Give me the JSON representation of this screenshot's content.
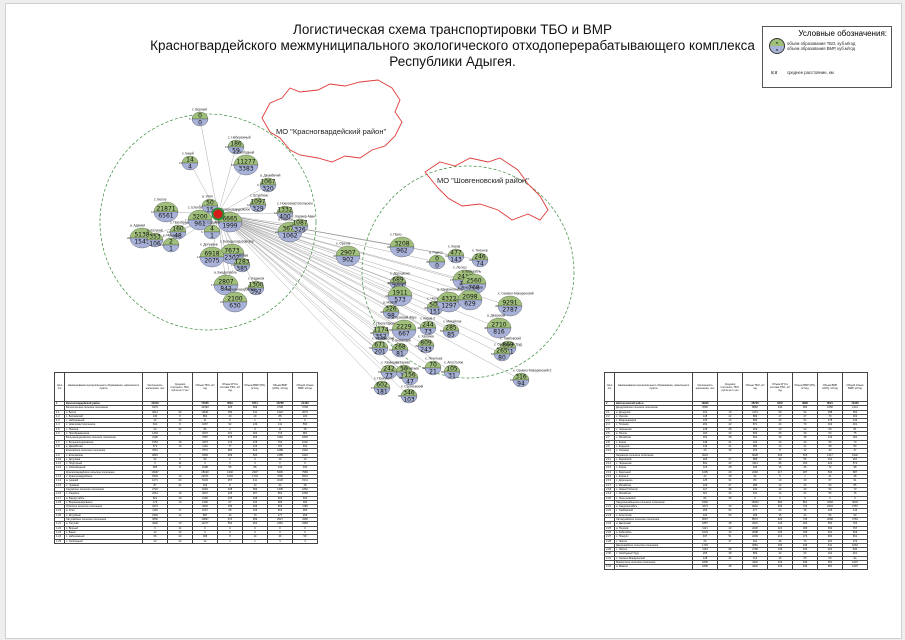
{
  "title": {
    "line1": "Логистическая схема транспортировки ТБО и ВМР",
    "line2": "Красногвардейского межмуниципального экологического отходоперерабатывающего комплекса",
    "line3": "Республики Адыгея."
  },
  "legend": {
    "heading": "Условные обозначения:",
    "item1": "объем образования ТБО, куб.м/год",
    "item2": "объем образования ВМР, куб.м/год",
    "item3": "среднее расстояние, км",
    "dist_sample": "8,8",
    "sample_top": "п",
    "sample_bottom": "п"
  },
  "regions": {
    "left": "МО \"Красногвардейский район\"",
    "right": "МО \"Шовгеновский район\""
  },
  "colors": {
    "tbo": "#9fbf7a",
    "vmr": "#a8b2d8",
    "hub": "#d61b1b",
    "hubRing": "#2e8b3a",
    "boundary": "#e03a3a",
    "lines": "#888888"
  },
  "left_nodes": [
    {
      "name": "с. Ворный",
      "tbo": "0",
      "vmr": "0",
      "d": "5"
    },
    {
      "name": "с. Набережный",
      "tbo": "186",
      "vmr": "59",
      "d": "19"
    },
    {
      "name": "х. Бжый",
      "tbo": "14",
      "vmr": "4",
      "d": "19"
    },
    {
      "name": "х. Свободный",
      "tbo": "11277",
      "vmr": "3383",
      "d": "16"
    },
    {
      "name": "с. Белое",
      "tbo": "21871",
      "vmr": "6561",
      "d": "12"
    },
    {
      "name": "с. Преображенское",
      "tbo": "160",
      "vmr": "48",
      "d": "12"
    },
    {
      "name": "с. Красногвардейское",
      "tbo": "6665",
      "vmr": "1999",
      "d": "8"
    },
    {
      "name": "с. Еленовское",
      "tbo": "3200",
      "vmr": "961",
      "d": "7"
    },
    {
      "name": "а. Уляп",
      "tbo": "50",
      "vmr": "15",
      "d": "7"
    },
    {
      "name": "с. Садовое",
      "tbo": "4",
      "vmr": "1",
      "d": "9"
    },
    {
      "name": "а. Адамий",
      "tbo": "5138",
      "vmr": "1541",
      "d": "20"
    },
    {
      "name": "а. Хатукай",
      "tbo": "353",
      "vmr": "106",
      "d": "17"
    },
    {
      "name": "х. Чумаков",
      "tbo": "2",
      "vmr": "1",
      "d": "13"
    },
    {
      "name": "с. Штурбино",
      "tbo": "1097",
      "vmr": "329",
      "d": "10"
    },
    {
      "name": "с. Новосевастопольское",
      "tbo": "1332",
      "vmr": "400",
      "d": "11"
    },
    {
      "name": "а. Джамбечий",
      "tbo": "1067",
      "vmr": "320",
      "d": "9"
    },
    {
      "name": "с. Большесидоровское",
      "tbo": "7673",
      "vmr": "2302",
      "d": "14"
    },
    {
      "name": "х. Догужиев",
      "tbo": "6918",
      "vmr": "2075",
      "d": "14"
    },
    {
      "name": "а. Бжедугхабль",
      "tbo": "2807",
      "vmr": "842",
      "d": "17"
    },
    {
      "name": "х. Чапаев",
      "tbo": "1283",
      "vmr": "385",
      "d": "19"
    },
    {
      "name": "х. Кадыков",
      "tbo": "1300",
      "vmr": "392",
      "d": "21"
    },
    {
      "name": "с. Верхненазаровское",
      "tbo": "2100",
      "vmr": "630",
      "d": "24"
    },
    {
      "name": "а. Пшизов",
      "tbo": "3675",
      "vmr": "1062",
      "d": "22"
    }
  ],
  "right_nodes": [
    {
      "name": "х. Кармир-Аван",
      "tbo": "1087",
      "vmr": "326",
      "d": "29"
    },
    {
      "name": "х. Орехов",
      "tbo": "2907",
      "vmr": "902",
      "d": "30"
    },
    {
      "name": "х. Пшиз",
      "tbo": "3208",
      "vmr": "962",
      "d": "34"
    },
    {
      "name": "х. Киров",
      "tbo": "477",
      "vmr": "143",
      "d": "41"
    },
    {
      "name": "х. Тихонов",
      "tbo": "246",
      "vmr": "74",
      "d": "34"
    },
    {
      "name": "а. Пшичо",
      "tbo": "0",
      "vmr": "0",
      "d": "39"
    },
    {
      "name": "х. Лесхоз",
      "tbo": "2410",
      "vmr": "723",
      "d": "37"
    },
    {
      "name": "х. Дорошенко",
      "tbo": "689",
      "vmr": "207",
      "d": "40"
    },
    {
      "name": "а. Кабехабль",
      "tbo": "2560",
      "vmr": "768",
      "d": "39"
    },
    {
      "name": "х. Заречный",
      "tbo": "1911",
      "vmr": "573",
      "d": "43"
    },
    {
      "name": "а. Мамхег",
      "tbo": "326",
      "vmr": "98",
      "d": "44"
    },
    {
      "name": "х. Чернышев",
      "tbo": "503",
      "vmr": "151",
      "d": "40"
    },
    {
      "name": "а. Хакуринохабль",
      "tbo": "4322",
      "vmr": "1297",
      "d": "44"
    },
    {
      "name": "х. Мокроназаров",
      "tbo": "2098",
      "vmr": "629",
      "d": "37"
    },
    {
      "name": "х. Семено-Макаренский",
      "tbo": "9291",
      "vmr": "2787",
      "d": "49"
    },
    {
      "name": "х. Пролетарский",
      "tbo": "1174",
      "vmr": "352",
      "d": "46"
    },
    {
      "name": "х. Красный Фарс",
      "tbo": "2229",
      "vmr": "667",
      "d": "47"
    },
    {
      "name": "х. Киров-2",
      "tbo": "244",
      "vmr": "73",
      "d": "46"
    },
    {
      "name": "х. Михайлов",
      "tbo": "285",
      "vmr": "85",
      "d": "50"
    },
    {
      "name": "а. Джерокай",
      "tbo": "2710",
      "vmr": "816",
      "d": "48"
    },
    {
      "name": "х. Тамбовский",
      "tbo": "869",
      "vmr": "261",
      "d": "52"
    },
    {
      "name": "х. Хапачев",
      "tbo": "809",
      "vmr": "243",
      "d": "49"
    },
    {
      "name": "с. Свободный Труд",
      "tbo": "265",
      "vmr": "80",
      "d": "54"
    },
    {
      "name": "х. Октябрьский",
      "tbo": "671",
      "vmr": "201",
      "d": "52"
    },
    {
      "name": "х. Кубанский",
      "tbo": "268",
      "vmr": "81",
      "d": "52"
    },
    {
      "name": "х. Зарево",
      "tbo": "50",
      "vmr": "15",
      "d": "54"
    },
    {
      "name": "х. Леонтьев",
      "tbo": "70",
      "vmr": "21",
      "d": "55"
    },
    {
      "name": "х. Апостолов",
      "tbo": "105",
      "vmr": "31",
      "d": "56"
    },
    {
      "name": "х. Хамырзов",
      "tbo": "242",
      "vmr": "73",
      "d": "53"
    },
    {
      "name": "х. Игнатьев",
      "tbo": "156",
      "vmr": "47",
      "d": "55"
    },
    {
      "name": "х. Псекупс",
      "tbo": "602",
      "vmr": "181",
      "d": "57"
    },
    {
      "name": "х. Сергиевский",
      "tbo": "346",
      "vmr": "103",
      "d": "59"
    },
    {
      "name": "х. Семено-Макаренский-2",
      "tbo": "316",
      "vmr": "94",
      "d": "61"
    }
  ],
  "table_headers": [
    "№№ п/п",
    "Наименование муниципального образования, населенного пункта",
    "Численность населения, чел",
    "Средняя плотность ТБО, куб.м на 1 чел",
    "Объем ТБО, м³/год",
    "Объем КГО в составе ТБО, м³/год",
    "Объем ВМР (8%), м³/год",
    "Объем ВМР (22%), м³/год",
    "Общий объем ВМР, м³/год"
  ],
  "left_table": [
    [
      "1",
      "Красногвардейский район",
      "31619",
      "",
      "71635",
      "3581",
      "8711",
      "15768",
      "21453"
    ],
    [
      "",
      "Белосельское сельское поселение",
      "6479",
      "",
      "32493",
      "625",
      "999",
      "2748",
      "3748"
    ],
    [
      "1.1",
      "с. Белое",
      "3614",
      "33",
      "10531",
      "356",
      "311",
      "1322",
      "2073"
    ],
    [
      "1.2",
      "х. Беляевский",
      "130",
      "6",
      "863",
      "10",
      "20",
      "88",
      "100"
    ],
    [
      "1.3",
      "х. Набережный",
      "12",
      "14",
      "11",
      "0",
      "1",
      "5",
      "6"
    ],
    [
      "1.4",
      "с. Новосевастопольское",
      "610",
      "8",
      "1067",
      "92",
      "149",
      "411",
      "560"
    ],
    [
      "1.5",
      "х. Пшизов",
      "23",
      "22",
      "86",
      "2",
      "9",
      "11",
      "18"
    ],
    [
      "1.6",
      "с. Преображенское",
      "1454",
      "9",
      "3270",
      "161",
      "262",
      "719",
      "981"
    ],
    [
      "",
      "Большесидоровское сельское поселение",
      "2196",
      "",
      "7687",
      "278",
      "466",
      "1192",
      "1802"
    ],
    [
      "1.7",
      "с. Большесидоровское",
      "1554",
      "15",
      "3475",
      "174",
      "278",
      "764",
      "1042"
    ],
    [
      "1.8",
      "а. Джамбечий",
      "672",
      "13",
      "1132",
      "77",
      "123",
      "337",
      "460"
    ],
    [
      "",
      "Еленовское сельское поселение",
      "3361",
      "",
      "7672",
      "384",
      "613",
      "1688",
      "2302"
    ],
    [
      "1.9",
      "с. Еленовское",
      "2815",
      "7",
      "6393",
      "329",
      "520",
      "1385",
      "1901"
    ],
    [
      "1.10",
      "х. Догужиев",
      "22",
      "9",
      "93",
      "2",
      "4",
      "13",
      "13"
    ],
    [
      "1.11",
      "х. Подгорный",
      "0",
      "11",
      "0",
      "0",
      "0",
      "0",
      "0"
    ],
    [
      "1.12",
      "х. Свиноводный",
      "485",
      "8",
      "1098",
      "55",
      "88",
      "242",
      "330"
    ],
    [
      "",
      "Красногвардейское сельское поселение",
      "10947",
      "",
      "28193",
      "1392",
      "2397",
      "5400",
      "7983"
    ],
    [
      "1.13",
      "с. Красногвардейское",
      "6303",
      "10",
      "21671",
      "1094",
      "1734",
      "4766",
      "6501"
    ],
    [
      "1.14",
      "а. Адамий",
      "1271",
      "20",
      "5133",
      "257",
      "411",
      "1029",
      "1541"
    ],
    [
      "1.15",
      "х. Чумаков",
      "87",
      "21",
      "163",
      "8",
      "13",
      "34",
      "48"
    ],
    [
      "",
      "Садовское сельское поселение",
      "2722",
      "",
      "6294",
      "318",
      "996",
      "1305",
      "1862"
    ],
    [
      "1.16",
      "с. Садовое",
      "2251",
      "10",
      "3607",
      "225",
      "367",
      "862",
      "1082"
    ],
    [
      "1.17",
      "а. Бжедугхабль",
      "821",
      "19",
      "2100",
      "105",
      "168",
      "462",
      "630"
    ],
    [
      "1.18",
      "с. Верхненазаровское",
      "179",
      "13",
      "1300",
      "67",
      "104",
      "286",
      "390"
    ],
    [
      "",
      "Уляпское сельское поселение",
      "3473",
      "",
      "3932",
      "195",
      "305",
      "819",
      "1180"
    ],
    [
      "1.19",
      "а. Уляп",
      "1118",
      "17",
      "1067",
      "68",
      "106",
      "662",
      "965"
    ],
    [
      "1.20",
      "с. Штурбино",
      "2303",
      "12",
      "897",
      "44",
      "70",
      "177",
      "269"
    ],
    [
      "",
      "Хатукайское сельское поселение",
      "3650",
      "",
      "13867",
      "674",
      "959",
      "2527",
      "3466"
    ],
    [
      "1.21",
      "а. Хатукай",
      "4946",
      "13",
      "11277",
      "564",
      "902",
      "2481",
      "3383"
    ],
    [
      "1.22",
      "с. Ворный",
      "0",
      "11",
      "0",
      "0",
      "0",
      "0",
      "0"
    ],
    [
      "1.23",
      "х. Бжый",
      "12",
      "12",
      "6",
      "0",
      "0",
      "0",
      "0"
    ],
    [
      "1.24",
      "х. Набережный",
      "66",
      "22",
      "186",
      "8",
      "14",
      "43",
      "59"
    ],
    [
      "1.25",
      "х. Свободный",
      "14",
      "22",
      "14",
      "1",
      "1",
      "3",
      "4"
    ]
  ],
  "right_table": [
    [
      "2",
      "Шовгеновский район",
      "16900",
      "",
      "36733",
      "1837",
      "3899",
      "8521",
      "13420"
    ],
    [
      "",
      "Дондуковское сельское поселение",
      "2596",
      "",
      "8882",
      "240",
      "384",
      "1056",
      "1441"
    ],
    [
      "2.1",
      "а. Дондуков",
      "313",
      "10",
      "1174",
      "59",
      "94",
      "258",
      "352"
    ],
    [
      "2.2",
      "х. Орехов",
      "148",
      "22",
      "869",
      "17",
      "27",
      "73",
      "302"
    ],
    [
      "2.3",
      "х. Мокроназаров",
      "135",
      "13",
      "809",
      "40",
      "64",
      "178",
      "243"
    ],
    [
      "2.4",
      "х. Тихонов",
      "202",
      "22",
      "871",
      "44",
      "70",
      "192",
      "261"
    ],
    [
      "2.5",
      "х. Чернышев",
      "138",
      "28",
      "269",
      "13",
      "22",
      "59",
      "81"
    ],
    [
      "2.6",
      "а. Пшичо",
      "190",
      "20",
      "503",
      "25",
      "39",
      "63",
      "75"
    ],
    [
      "2.7",
      "х. Михайлов",
      "264",
      "28",
      "602",
      "30",
      "48",
      "132",
      "181"
    ],
    [
      "2.8",
      "х. Киров",
      "148",
      "21",
      "244",
      "12",
      "20",
      "54",
      "73"
    ],
    [
      "2.9",
      "х. Кадыров",
      "149",
      "21",
      "986",
      "13",
      "21",
      "58",
      "80"
    ],
    [
      "2.10",
      "х. Хапачев",
      "20",
      "39",
      "153",
      "8",
      "12",
      "34",
      "47"
    ],
    [
      "",
      "Заревское сельское поселение",
      "2024",
      "",
      "6628",
      "322",
      "515",
      "1417",
      "1932"
    ],
    [
      "2.11",
      "х. Заревский",
      "300",
      "27",
      "689",
      "34",
      "55",
      "151",
      "207"
    ],
    [
      "2.12",
      "х. Чернышев",
      "834",
      "23",
      "1911",
      "96",
      "153",
      "420",
      "573"
    ],
    [
      "2.13",
      "х. Киров",
      "126",
      "28",
      "326",
      "16",
      "26",
      "72",
      "98"
    ],
    [
      "2.14",
      "х. Заречный",
      "1095",
      "29",
      "2292",
      "117",
      "187",
      "504",
      "687"
    ],
    [
      "2.15",
      "х. Киров-2",
      "22",
      "28",
      "94",
      "5",
      "7",
      "21",
      "28"
    ],
    [
      "2.16",
      "х. Дорошенко",
      "125",
      "31",
      "80",
      "13",
      "24",
      "67",
      "91"
    ],
    [
      "2.17",
      "х. Михайлов",
      "129",
      "27",
      "285",
      "14",
      "23",
      "63",
      "85"
    ],
    [
      "2.18",
      "х. Новый Поселок",
      "127",
      "36",
      "244",
      "12",
      "20",
      "54",
      "73"
    ],
    [
      "2.19",
      "х. Михайлов",
      "110",
      "34",
      "331",
      "14",
      "21",
      "55",
      "76"
    ],
    [
      "2.20",
      "х. Леонтьевский",
      "84",
      "36",
      "0",
      "0",
      "0",
      "0",
      "0"
    ],
    [
      "",
      "Хакуринохабльское сельское поселение",
      "6392",
      "",
      "16004",
      "800",
      "861",
      "2284",
      "3004"
    ],
    [
      "2.21",
      "а. Хакуринохабль",
      "4473",
      "43",
      "9291",
      "465",
      "743",
      "2044",
      "2787"
    ],
    [
      "2.22",
      "х. Тамбовский",
      "269",
      "52",
      "477",
      "24",
      "38",
      "105",
      "143"
    ],
    [
      "2.23",
      "х. Апостолов",
      "120",
      "53",
      "299",
      "15",
      "24",
      "66",
      "90"
    ],
    [
      "",
      "Хатажукайское сельское поселение",
      "5067",
      "",
      "8572",
      "420",
      "745",
      "2068",
      "2781"
    ],
    [
      "2.24",
      "а. Джерокай",
      "1857",
      "48",
      "2910",
      "126",
      "203",
      "560",
      "763"
    ],
    [
      "2.25",
      "а. Пшизов",
      "1121",
      "42",
      "2226",
      "116",
      "186",
      "362",
      "767"
    ],
    [
      "2.26",
      "а. Кабехабль",
      "1024",
      "43",
      "2098",
      "105",
      "168",
      "461",
      "629"
    ],
    [
      "2.27",
      "х. Псекупс",
      "947",
      "51",
      "2249",
      "113",
      "174",
      "481",
      "661"
    ],
    [
      "2.28",
      "х. Лесхоз",
      "24",
      "37",
      "912",
      "46",
      "73",
      "201",
      "274"
    ],
    [
      "",
      "Джерокайское сельское поселение",
      "1703",
      "",
      "3081",
      "154",
      "246",
      "611",
      "1062"
    ],
    [
      "2.29",
      "х. Лесхоз",
      "1163",
      "98",
      "2768",
      "139",
      "236",
      "464",
      "630"
    ],
    [
      "2.30",
      "с. Свободный Труд",
      "295",
      "48",
      "869",
      "43",
      "69",
      "191",
      "261"
    ],
    [
      "2.31",
      "х. Семено-Макаренский",
      "128",
      "31",
      "313",
      "16",
      "25",
      "69",
      "94"
    ],
    [
      "",
      "Мамхегское сельское поселение",
      "1806",
      "",
      "4322",
      "216",
      "346",
      "951",
      "1297"
    ],
    [
      "2.32",
      "а. Мамхег",
      "1806",
      "48",
      "4322",
      "216",
      "346",
      "951",
      "1297"
    ]
  ]
}
